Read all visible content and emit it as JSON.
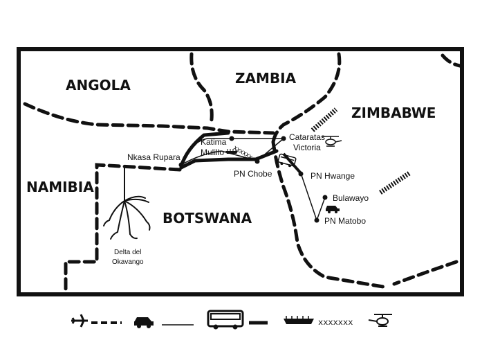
{
  "countries": {
    "angola": "ANGOLA",
    "zambia": "ZAMBIA",
    "zimbabwe": "ZIMBABWE",
    "namibia": "NAMIBIA",
    "botswana": "BOTSWANA"
  },
  "places": {
    "nkasa_rupara": "Nkasa Rupara",
    "katima": "Katima",
    "mulillo": "Mulillo",
    "cataratas": "Cataratas",
    "victoria": "Victoria",
    "pn_chobe": "PN Chobe",
    "pn_hwange": "PN Hwange",
    "bulawayo": "Bulawayo",
    "pn_matobo": "PN Matobo",
    "delta_del": "Delta del",
    "okavango": "Okavango"
  },
  "legend": {
    "boat_marker": "xxxxxxx",
    "icons": [
      "plane-icon",
      "car-icon",
      "bus-icon",
      "boat-icon",
      "helicopter-icon"
    ]
  },
  "colors": {
    "ink": "#111111",
    "background": "#ffffff"
  }
}
